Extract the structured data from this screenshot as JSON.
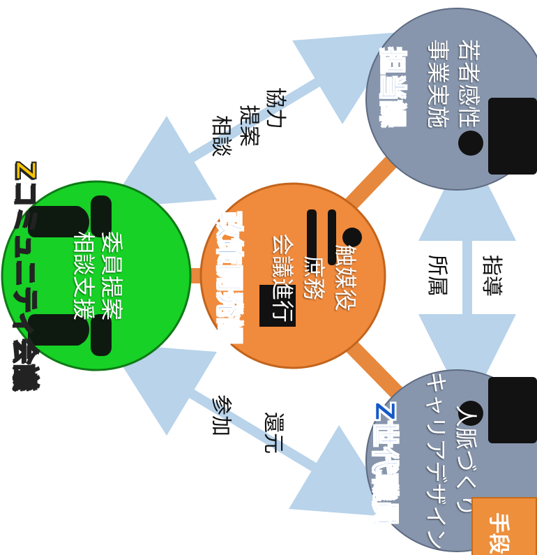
{
  "nodes": {
    "community": {
      "title": "Zコミュニティ会議",
      "lines": [
        "相談支援",
        "委員提案"
      ]
    },
    "policy": {
      "title": "政策開発課",
      "lines": [
        "会議進行",
        "庶務",
        "触媒役"
      ]
    },
    "tanto": {
      "title": "担当課",
      "lines": [
        "事業実施",
        "若者感性"
      ]
    },
    "zstaff": {
      "title": "Z世代職員",
      "lines": [
        "キャリアデザイン",
        "人脈づくり"
      ]
    }
  },
  "arrows": {
    "community_tanto": [
      "相談",
      "提案",
      "協力"
    ],
    "community_zstaff": [
      "参加",
      "還元"
    ],
    "tanto_zstaff": [
      "所属",
      "指導"
    ]
  },
  "tag": {
    "text": "手段"
  },
  "colors": {
    "community": "#17d126",
    "policy": "#f08a3c",
    "peer": "#8796ad",
    "arrow": "#b8d3ea",
    "connector": "#e6883d",
    "title_blue": "#1459c8"
  }
}
